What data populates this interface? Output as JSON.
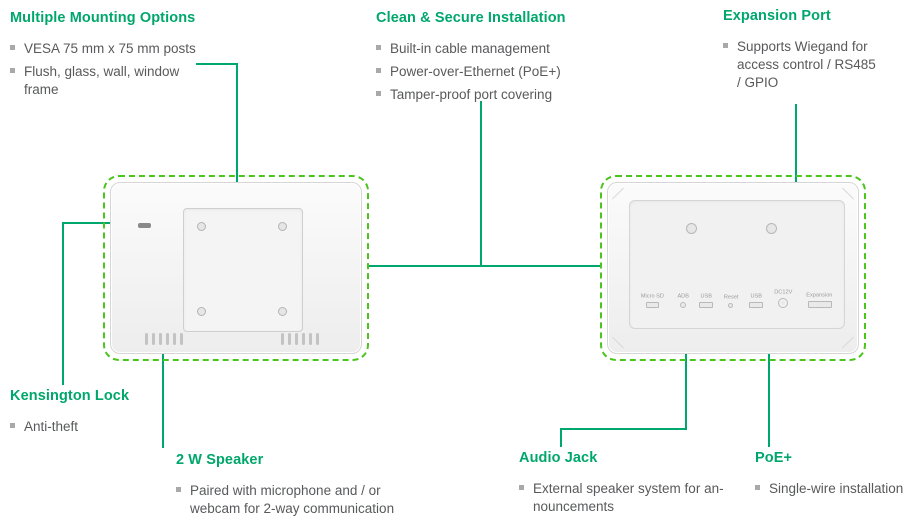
{
  "colors": {
    "accent": "#00A76D",
    "dash": "#4cc41e",
    "text": "#58595b"
  },
  "callouts": {
    "mounting": {
      "title": "Multiple Mounting Options",
      "bullets": [
        "VESA 75 mm x 75 mm posts",
        "Flush, glass, wall, window\nframe"
      ]
    },
    "installation": {
      "title": "Clean & Secure Installation",
      "bullets": [
        "Built-in cable management",
        "Power-over-Ethernet (PoE+)",
        "Tamper-proof port covering"
      ]
    },
    "expansion": {
      "title": "Expansion Port",
      "bullets": [
        "Supports Wiegand for\naccess control / RS485\n/ GPIO"
      ]
    },
    "kensington": {
      "title": "Kensington Lock",
      "bullets": [
        "Anti-theft"
      ]
    },
    "speaker": {
      "title": "2 W Speaker",
      "bullets": [
        "Paired with microphone and / or\nwebcam for 2-way communication"
      ]
    },
    "audio": {
      "title": "Audio Jack",
      "bullets": [
        "External speaker system for an-\nnouncements"
      ]
    },
    "poe": {
      "title": "PoE+",
      "bullets": [
        "Single-wire installation"
      ]
    }
  },
  "rear_ports": {
    "labels": [
      "Micro SD",
      "ADB",
      "USB",
      "Reset",
      "USB",
      "DC12V",
      "Expansion"
    ]
  }
}
